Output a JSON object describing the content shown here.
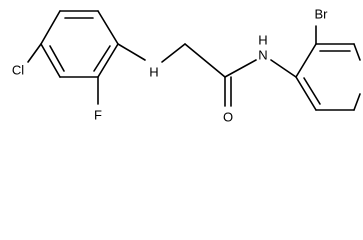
{
  "labels": {
    "chlorine": "Cl",
    "fluorine": "F",
    "amine_nitrogen": "H",
    "amide_nitrogen_symbol": "N",
    "amide_nitrogen_h": "H",
    "oxygen": "O",
    "bromine": "Br"
  }
}
